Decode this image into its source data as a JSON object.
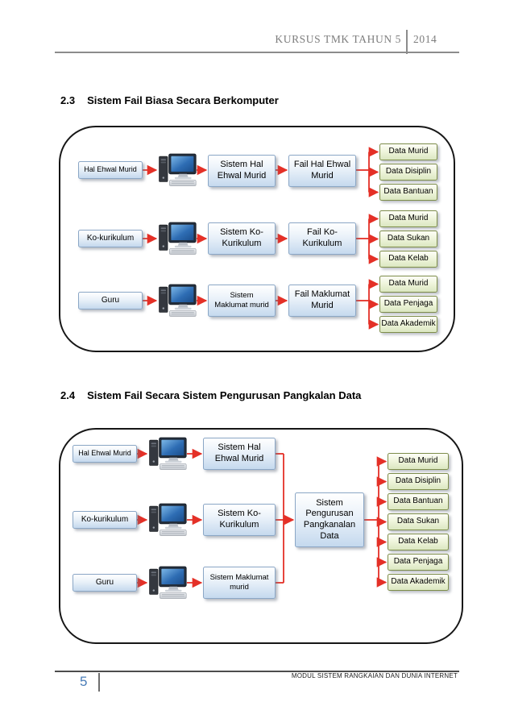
{
  "header": {
    "title": "KURSUS TMK TAHUN 5",
    "year": "2014"
  },
  "section_23": {
    "number": "2.3",
    "title": "Sistem Fail Biasa Secara Berkomputer"
  },
  "section_24": {
    "number": "2.4",
    "title": "Sistem Fail Secara Sistem Pengurusan Pangkalan Data"
  },
  "diagram1": {
    "rows": [
      {
        "source": "Hal Ehwal Murid",
        "system": "Sistem Hal Ehwal Murid",
        "file": "Fail Hal Ehwal Murid",
        "data": [
          "Data Murid",
          "Data Disiplin",
          "Data Bantuan"
        ]
      },
      {
        "source": "Ko-kurikulum",
        "system": "Sistem Ko-Kurikulum",
        "file": "Fail Ko-Kurikulum",
        "data": [
          "Data Murid",
          "Data Sukan",
          "Data Kelab"
        ]
      },
      {
        "source": "Guru",
        "system": "Sistem Maklumat murid",
        "file": "Fail Maklumat Murid",
        "data": [
          "Data Murid",
          "Data Penjaga",
          "Data Akademik"
        ]
      }
    ]
  },
  "diagram2": {
    "rows": [
      {
        "source": "Hal Ehwal Murid",
        "system": "Sistem Hal Ehwal Murid"
      },
      {
        "source": "Ko-kurikulum",
        "system": "Sistem Ko-Kurikulum"
      },
      {
        "source": "Guru",
        "system": "Sistem Maklumat murid"
      }
    ],
    "hub": "Sistem Pengurusan Pangkanalan Data",
    "data": [
      "Data Murid",
      "Data Disiplin",
      "Data Bantuan",
      "Data Sukan",
      "Data Kelab",
      "Data Penjaga",
      "Data Akademik"
    ]
  },
  "icons": {
    "computer": "desktop-computer-icon"
  },
  "footer": {
    "page_number": "5",
    "module_title": "MODUL SISTEM RANGKAIAN DAN DUNIA INTERNET"
  },
  "colors": {
    "arrow_red": "#e43027",
    "blue_box_border": "#8ba7c6",
    "green_box_border": "#7e8d4b",
    "page_number_blue": "#4a7db8"
  }
}
